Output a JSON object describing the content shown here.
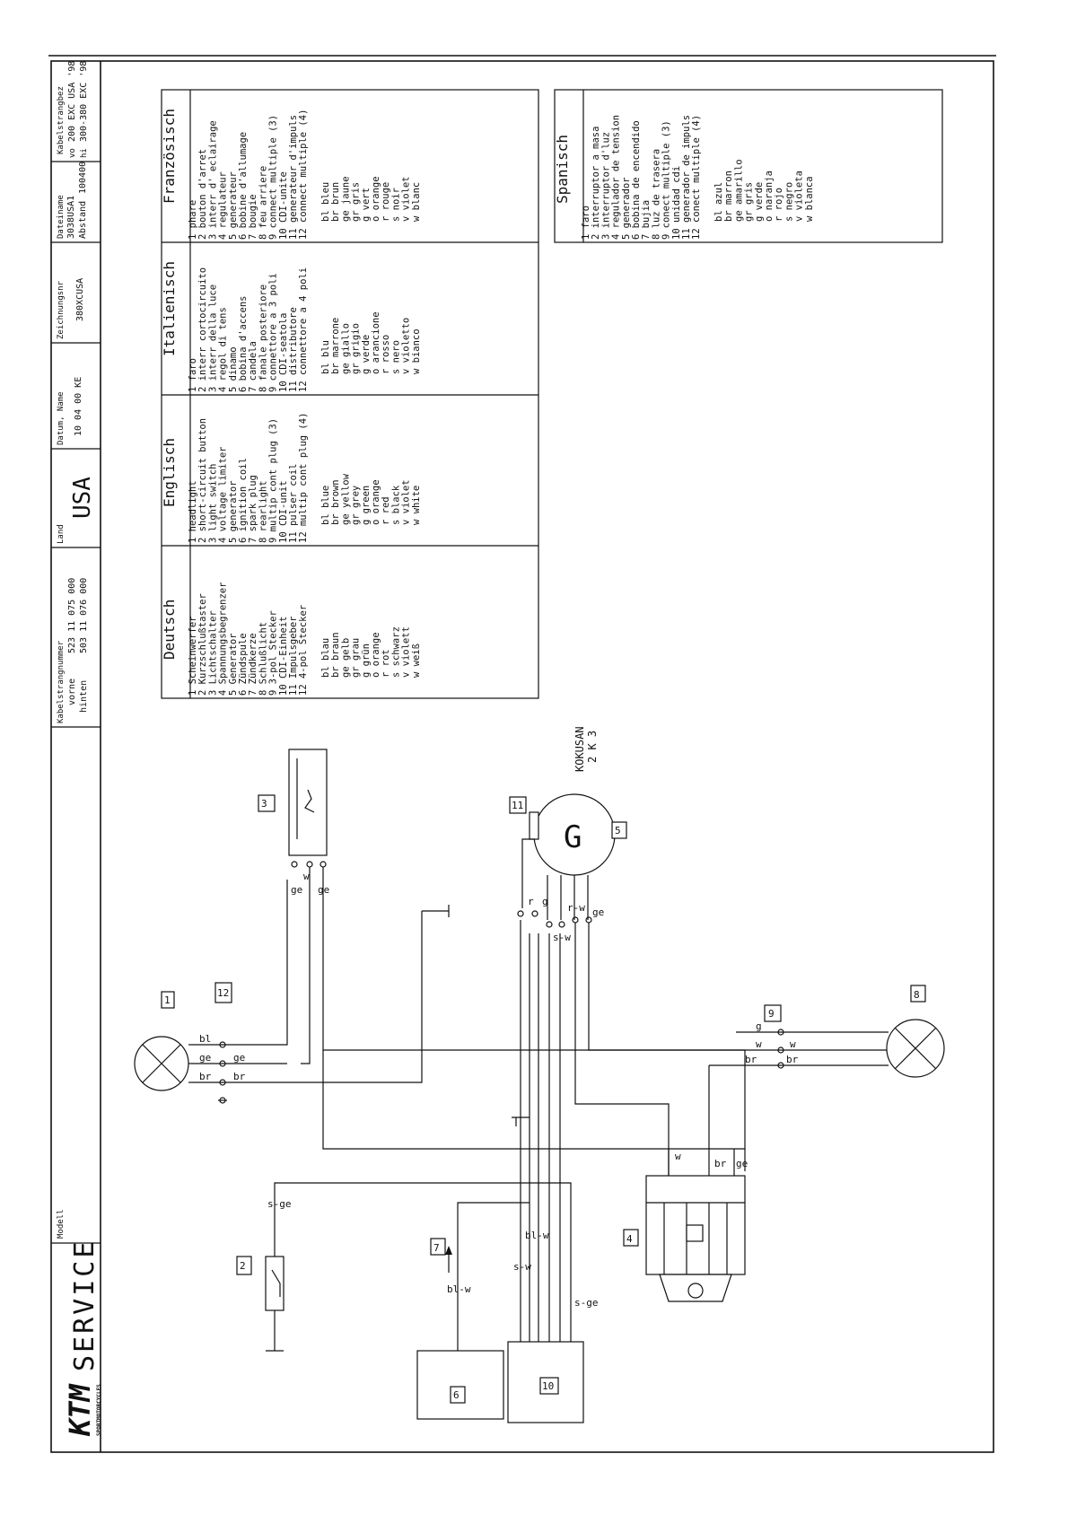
{
  "brand": {
    "logo": "KTM",
    "tagline": "SPORTMOTORCYCLES",
    "section": "SERVICE"
  },
  "title_block": {
    "modell_label": "Modell",
    "kabelstrang_label": "Kabelstrangnummer",
    "vorne": "vorne",
    "vorne_no": "523 11 075 000",
    "hinten": "hinten",
    "hinten_no": "503 11 076 000",
    "land_label": "Land",
    "land": "USA",
    "datum_label": "Datum, Name",
    "datum": "10 04 00 KE",
    "zeichnung_label": "Zeichnungsnr",
    "zeichnung": "380XCUSA",
    "datei_label": "Dateiname",
    "datei": "3038USA1",
    "abstand_label": "Abstand",
    "abstand": "100400",
    "kabelbez_label": "Kabelstrangbez",
    "vo_label": "vo",
    "vo": "200 EXC USA '98",
    "hi_label": "hi",
    "hi": "300-380 EXC '98"
  },
  "legend": {
    "columns": [
      {
        "title": "Deutsch",
        "items": [
          "1 Scheinwerfer",
          "2 Kurzschlußtaster",
          "3 Lichtschalter",
          "4 Spannungsbegrenzer",
          "5 Generator",
          "6 Zündspule",
          "7 Zündkerze",
          "8 Schlußlicht",
          "9 3-pol Stecker",
          "10 CDI-Einheit",
          "11 Impulsgeber",
          "12 4-pol Stecker"
        ],
        "colors": [
          "bl blau",
          "br braun",
          "ge gelb",
          "gr grau",
          "g grün",
          "o orange",
          "r rot",
          "s schwarz",
          "v violett",
          "w weiß"
        ]
      },
      {
        "title": "Englisch",
        "items": [
          "1 headlight",
          "2 short-circuit button",
          "3 light switch",
          "4 voltage limiter",
          "5 generator",
          "6 ignition coil",
          "7 spark plug",
          "8 rearlight",
          "9 multip cont plug (3)",
          "10 CDI-unit",
          "11 pulser coil",
          "12 multip cont plug (4)"
        ],
        "colors": [
          "bl blue",
          "br brown",
          "ge yellow",
          "gr grey",
          "g green",
          "o orange",
          "r red",
          "s black",
          "v violet",
          "w white"
        ]
      },
      {
        "title": "Italienisch",
        "items": [
          "1 faro",
          "2 interr cortocircuito",
          "3 interr della luce",
          "4 regol di tens",
          "5 dinamo",
          "6 bobina d'accens",
          "7 candela",
          "8 fanale posteriore",
          "9 connettore a 3 poli",
          "10 CDI-seatola",
          "11 distributore",
          "12 connettore a 4 poli"
        ],
        "colors": [
          "bl blu",
          "br marrone",
          "ge giallo",
          "gr grigio",
          "g verde",
          "o arancione",
          "r rosso",
          "s nero",
          "v violetto",
          "w bianco"
        ]
      },
      {
        "title": "Französisch",
        "items": [
          "1 phare",
          "2 bouton d'arret",
          "3 interr d' eclairage",
          "4 regulateur",
          "5 generateur",
          "6 bobine d'allumage",
          "7 bougie",
          "8 feu arriere",
          "9 connect multiple (3)",
          "10 CDI-unite",
          "11 generateur d'impuls",
          "12 connect multiple (4)"
        ],
        "colors": [
          "bl bleu",
          "br brun",
          "ge jaune",
          "gr gris",
          "g vert",
          "o orange",
          "r rouge",
          "s noir",
          "v violet",
          "w blanc"
        ]
      }
    ],
    "spanish": {
      "title": "Spanisch",
      "items": [
        "1 faro",
        "2 interruptor a masa",
        "3 interruptor d'luz",
        "4 regulador de tension",
        "5 generador",
        "6 bobina de encendido",
        "7 bujia",
        "8 luz de trasera",
        "9 conect multiple (3)",
        "10 unidad cdi",
        "11 generador de impuls",
        "12 conect multiple (4)"
      ],
      "colors": [
        "bl azul",
        "br marron",
        "ge amarillo",
        "gr gris",
        "g verde",
        "o naranja",
        "r rojo",
        "s negro",
        "v violeta",
        "w blanca"
      ]
    }
  },
  "diagram": {
    "components": {
      "c1": "1",
      "c2": "2",
      "c3": "3",
      "c4": "4",
      "c5": "5",
      "c6": "6",
      "c7": "7",
      "c8": "8",
      "c9": "9",
      "c10": "10",
      "c11": "11",
      "c12": "12"
    },
    "generator_brand": "KOKUSAN",
    "generator_model": "2 K 3",
    "generator_symbol": "G",
    "wires": {
      "bl": "bl",
      "ge": "ge",
      "br": "br",
      "w": "w",
      "g": "g",
      "r": "r",
      "s_ge": "s-ge",
      "bl_w": "bl-w",
      "s_w": "s-w",
      "r_w": "r-w"
    }
  }
}
